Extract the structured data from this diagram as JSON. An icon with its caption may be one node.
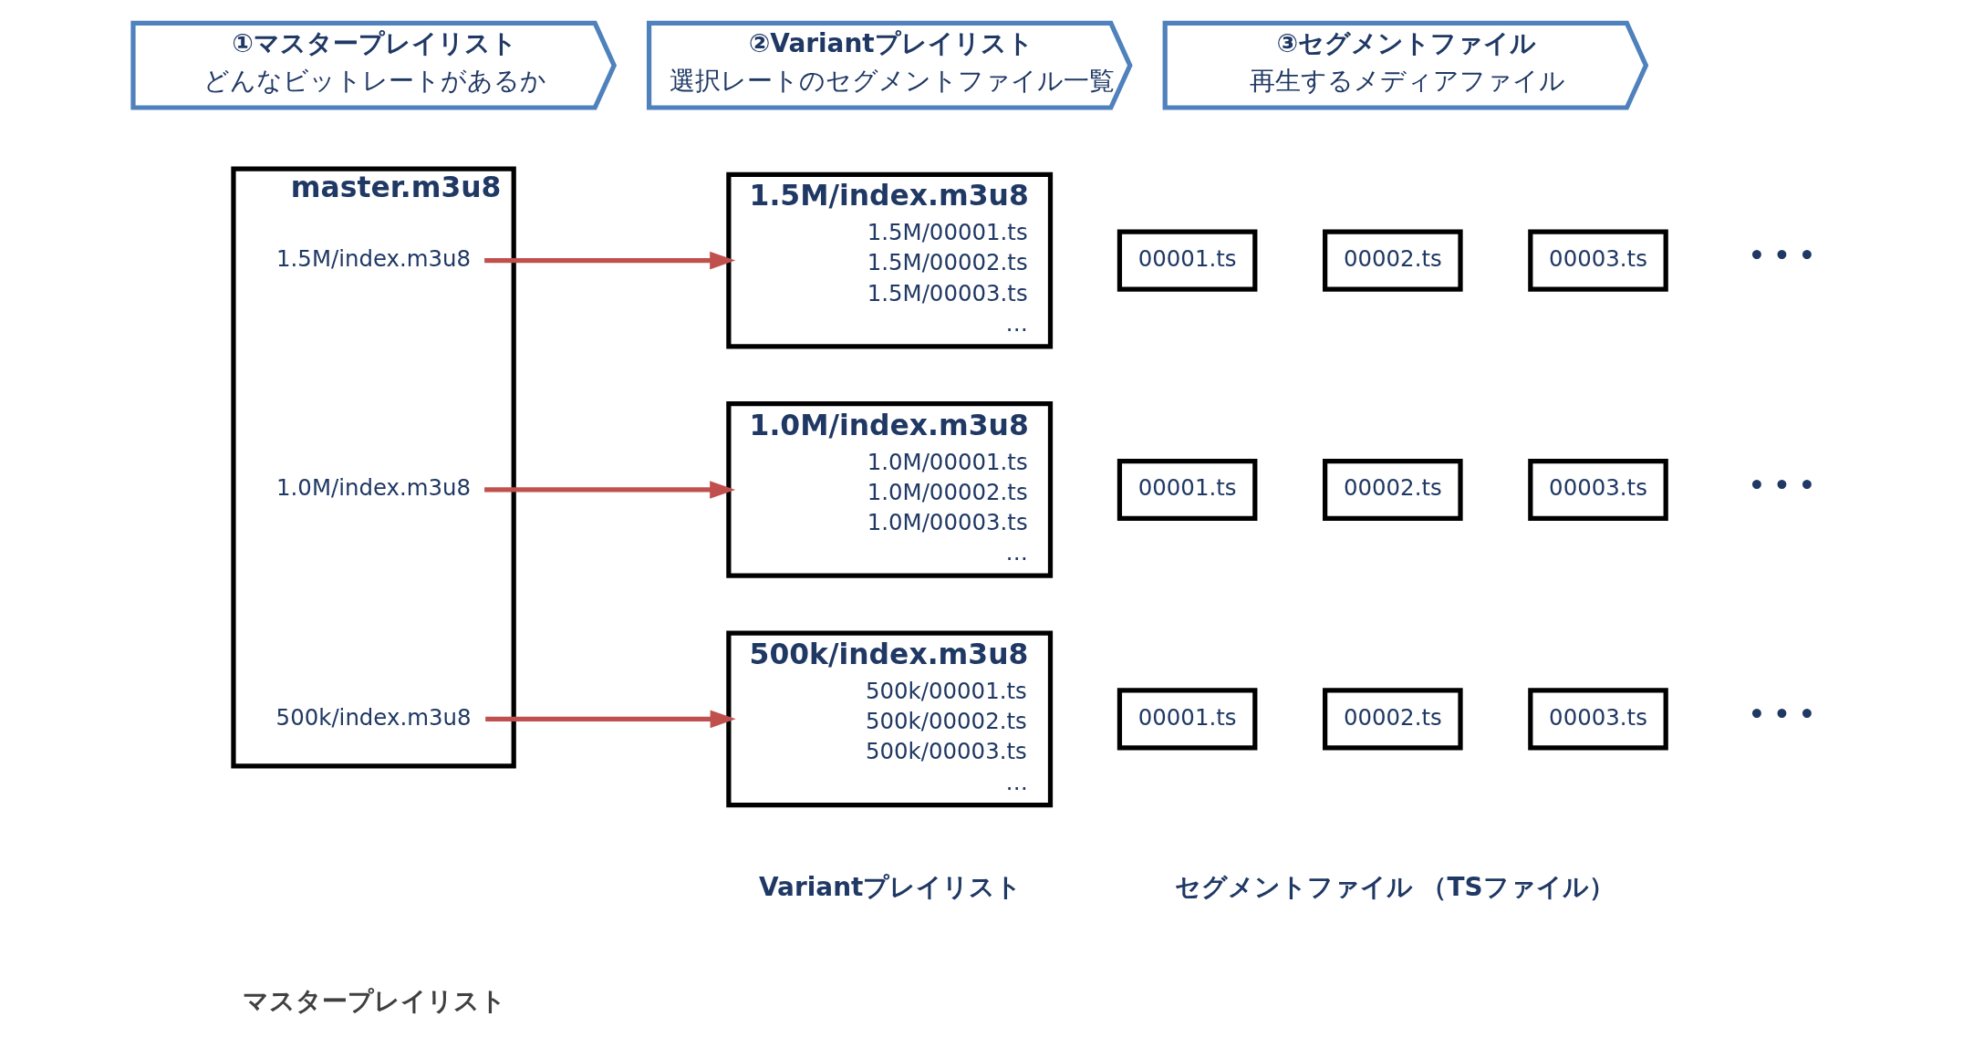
{
  "diagram": {
    "nodes": [
      {
        "text": [
          "①マスタープレイリスト",
          "どんなビットレートがあるか"
        ]
      },
      {
        "text": [
          "②Variantプレイリスト",
          "選択レートのセグメントファイル一覧"
        ]
      },
      {
        "text": [
          "③セグメントファイル",
          "再生するメディアファイル"
        ]
      },
      {
        "text": [
          "master.m3u8"
        ]
      },
      {
        "text": [
          "1.5M/index.m3u8"
        ],
        "in": 3
      },
      {
        "text": [
          "1.0M/index.m3u8"
        ],
        "in": 3
      },
      {
        "text": [
          "500k/index.m3u8"
        ],
        "in": 3
      },
      {
        "text": [
          "1.5M/index.m3u8",
          "1.5M/00001.ts",
          "1.5M/00002.ts",
          "1.5M/00003.ts",
          "…"
        ]
      },
      {
        "text": [
          "1.0M/index.m3u8",
          "1.0M/00001.ts",
          "1.0M/00002.ts",
          "1.0M/00003.ts",
          "…"
        ]
      },
      {
        "text": [
          "500k/index.m3u8",
          "500k/00001.ts",
          "500k/00002.ts",
          "500k/00003.ts",
          "…"
        ]
      },
      {
        "text": [
          "00001.ts"
        ]
      },
      {
        "text": [
          "00002.ts"
        ]
      },
      {
        "text": [
          "00003.ts"
        ]
      },
      {
        "text": [
          "00001.ts"
        ]
      },
      {
        "text": [
          "00002.ts"
        ]
      },
      {
        "text": [
          "00003.ts"
        ]
      },
      {
        "text": [
          "00001.ts"
        ]
      },
      {
        "text": [
          "00002.ts"
        ]
      },
      {
        "text": [
          "00003.ts"
        ]
      }
    ],
    "edges": [
      {
        "from": 4,
        "to": 7,
        "arrow": "to"
      },
      {
        "from": 5,
        "to": 8,
        "arrow": "to"
      },
      {
        "from": 6,
        "to": 9,
        "arrow": "to"
      }
    ],
    "labels": [
      "• • •",
      "• • •",
      "• • •",
      "マスタープレイリスト",
      "Variantプレイリスト",
      "セグメントファイル （TSファイル）"
    ]
  }
}
